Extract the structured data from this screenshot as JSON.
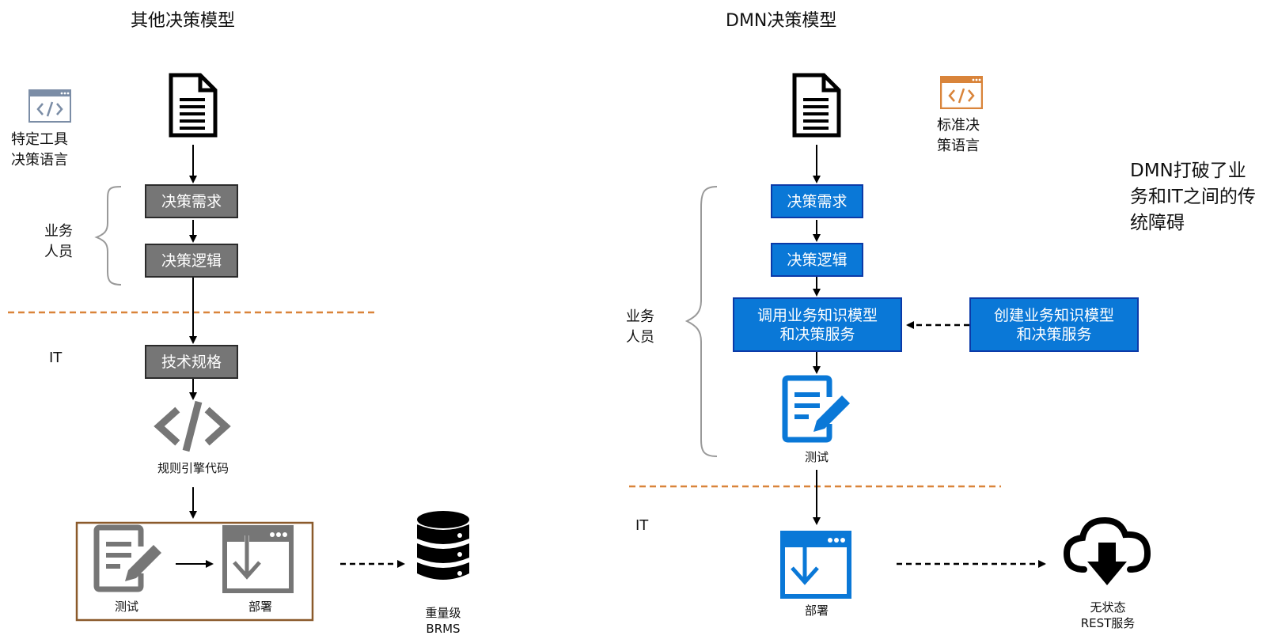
{
  "left": {
    "title": "其他决策模型",
    "tool_lang": [
      "特定工具",
      "决策语言"
    ],
    "business_people": [
      "业务",
      "人员"
    ],
    "it": "IT",
    "steps": {
      "requirement": "决策需求",
      "logic": "决策逻辑",
      "spec": "技术规格"
    },
    "code_label": "规则引擎代码",
    "test_label": "测试",
    "deploy_label": "部署",
    "brms_label": [
      "重量级",
      "BRMS"
    ]
  },
  "right": {
    "title": "DMN决策模型",
    "std_lang": [
      "标准决",
      "策语言"
    ],
    "business_people": [
      "业务",
      "人员"
    ],
    "it": "IT",
    "steps": {
      "requirement": "决策需求",
      "logic": "决策逻辑",
      "invoke": [
        "调用业务知识模型",
        "和决策服务"
      ],
      "create": [
        "创建业务知识模型",
        "和决策服务"
      ]
    },
    "test_label": "测试",
    "deploy_label": "部署",
    "service_label": [
      "无状态",
      "REST服务"
    ],
    "note": [
      "DMN打破了业",
      "务和IT之间的传",
      "统障碍"
    ]
  },
  "colors": {
    "grey_box": "#767676",
    "blue_box": "#0a78d7",
    "blue_icon": "#0a78d7",
    "orange_divider": "#d9843a",
    "brown_frame": "#8b5a2b",
    "bracket": "#999999"
  },
  "icons": [
    "code-window-icon",
    "document-icon",
    "code-brackets-icon",
    "edit-form-icon",
    "deploy-window-icon",
    "database-icon",
    "cloud-download-icon"
  ]
}
